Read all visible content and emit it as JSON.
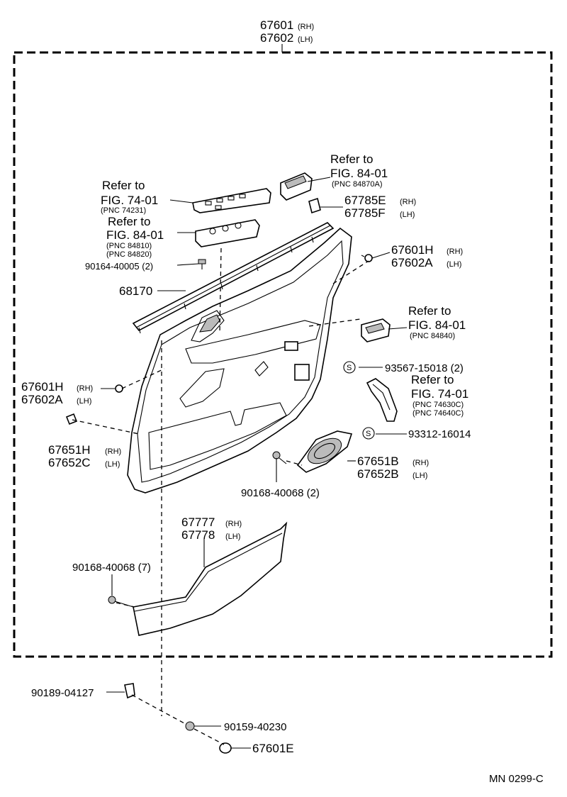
{
  "diagram": {
    "top": {
      "main_rh": "67601",
      "main_lh": "67602",
      "rh_tag": "(RH)",
      "lh_tag": "(LH)"
    },
    "callouts": {
      "refer_84_870a": {
        "line1": "Refer to",
        "line2": "FIG. 84-01",
        "pnc": "(PNC 84870A)"
      },
      "refer_74_231": {
        "line1": "Refer to",
        "line2": "FIG. 74-01",
        "pnc": "(PNC 74231)"
      },
      "refer_84_810": {
        "line1": "Refer to",
        "line2": "FIG. 84-01",
        "pnc1": "(PNC 84810)",
        "pnc2": "(PNC 84820)"
      },
      "refer_84_840": {
        "line1": "Refer to",
        "line2": "FIG. 84-01",
        "pnc": "(PNC 84840)"
      },
      "refer_74_630": {
        "line1": "Refer to",
        "line2": "FIG. 74-01",
        "pnc1": "(PNC 74630C)",
        "pnc2": "(PNC 74640C)"
      }
    },
    "parts": {
      "p67785": {
        "rh": "67785E",
        "lh": "67785F",
        "rh_tag": "(RH)",
        "lh_tag": "(LH)"
      },
      "p67601h_right": {
        "rh": "67601H",
        "lh": "67602A",
        "rh_tag": "(RH)",
        "lh_tag": "(LH)"
      },
      "p67601h_left": {
        "rh": "67601H",
        "lh": "67602A",
        "rh_tag": "(RH)",
        "lh_tag": "(LH)"
      },
      "p90164": "90164-40005 (2)",
      "p68170": "68170",
      "p93567": "93567-15018 (2)",
      "p93312": "93312-16014",
      "s_symbol": "S",
      "p67651h": {
        "rh": "67651H",
        "lh": "67652C",
        "rh_tag": "(RH)",
        "lh_tag": "(LH)"
      },
      "p67651b": {
        "rh": "67651B",
        "lh": "67652B",
        "rh_tag": "(RH)",
        "lh_tag": "(LH)"
      },
      "p90168_2": "90168-40068 (2)",
      "p67777": {
        "rh": "67777",
        "lh": "67778",
        "rh_tag": "(RH)",
        "lh_tag": "(LH)"
      },
      "p90168_7": "90168-40068 (7)",
      "p90189": "90189-04127",
      "p90159": "90159-40230",
      "p67601e": "67601E"
    },
    "footer_code": "MN  0299-C"
  }
}
